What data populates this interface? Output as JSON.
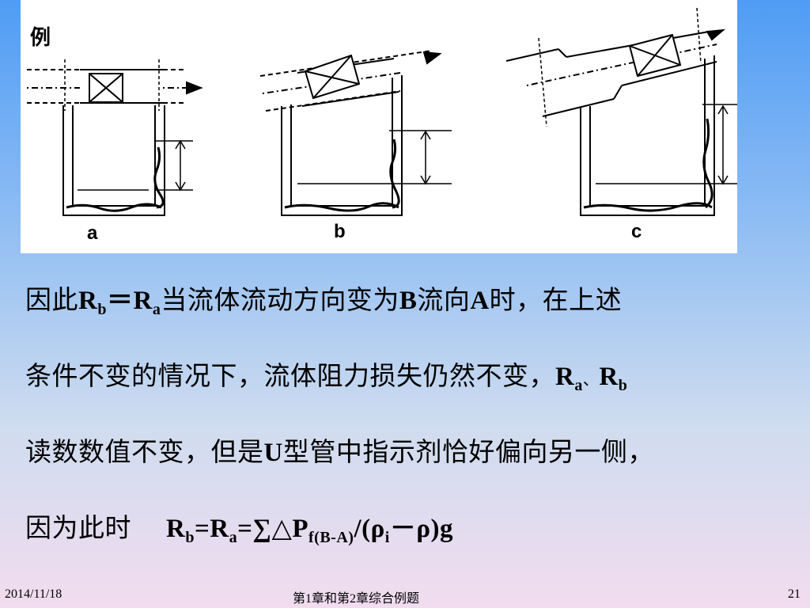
{
  "figure": {
    "title_char": "例",
    "panel_labels": [
      "a",
      "b",
      "c"
    ]
  },
  "paragraph": {
    "line1": {
      "t1": "因此",
      "R1": "R",
      "s1": "b",
      "eq": "＝",
      "R2": "R",
      "s2": "a",
      "t2": "当流体流动方向变为",
      "B": "B",
      "t3": "流向",
      "A": "A",
      "t4": "时，在上述"
    },
    "line2": {
      "t1": "条件不变的情况下，流体阻力损失仍然不变，",
      "R1": "R",
      "s1": "a",
      "sep": "、",
      "R2": "R",
      "s2": "b"
    },
    "line3": {
      "t1": "读数数值不变，但是",
      "U": "U",
      "t2": "型管中指示剂恰好偏向另一侧，"
    },
    "line4": {
      "t1": "因为此时",
      "R1": "R",
      "s1": "b",
      "eq1": "=",
      "R2": "R",
      "s2": "a",
      "eq2": "=∑△P",
      "s3": "f(B-A)",
      "mid": "/(ρ",
      "s4": "i",
      "tail": "－ρ)g"
    }
  },
  "footer": {
    "date": "2014/11/18",
    "title": "第1章和第2章综合例题",
    "page": "21"
  }
}
